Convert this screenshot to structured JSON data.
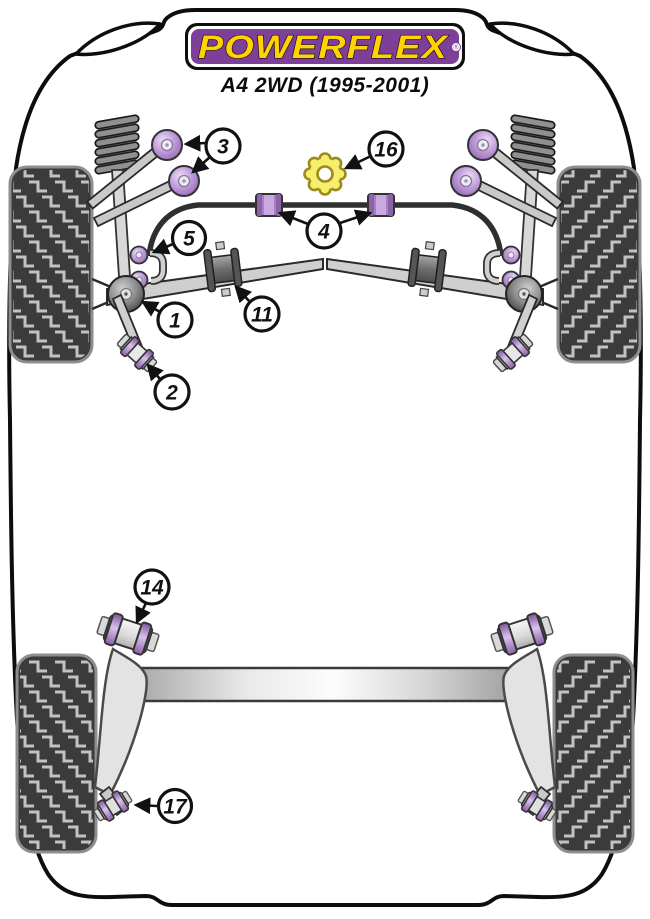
{
  "header": {
    "brand": "POWERFLEX",
    "registered": "®",
    "model": "A4 2WD (1995-2001)"
  },
  "callouts": {
    "c1": {
      "label": "1",
      "points_to": "front-lower-ball-joint-bush"
    },
    "c2": {
      "label": "2",
      "points_to": "front-tie-bar-bush"
    },
    "c3": {
      "label": "3",
      "points_to": "front-upper-arm-bushes"
    },
    "c4": {
      "label": "4",
      "points_to": "front-anti-roll-bar-bushes"
    },
    "c5": {
      "label": "5",
      "points_to": "front-drop-link-bushes"
    },
    "c11": {
      "label": "11",
      "points_to": "front-lower-arm-rear-bush"
    },
    "c14": {
      "label": "14",
      "points_to": "rear-axle-mount-bush"
    },
    "c16": {
      "label": "16",
      "points_to": "steering-rack-bush"
    },
    "c17": {
      "label": "17",
      "points_to": "rear-shock-lower-bush"
    }
  },
  "colors": {
    "logo_purple": "#7e3f98",
    "logo_yellow": "#ffd200",
    "bush_purple": "#a87fc6",
    "gear_yellow": "#f7ee6e",
    "tire_dark": "#3b3b3b",
    "outline_black": "#111111"
  }
}
